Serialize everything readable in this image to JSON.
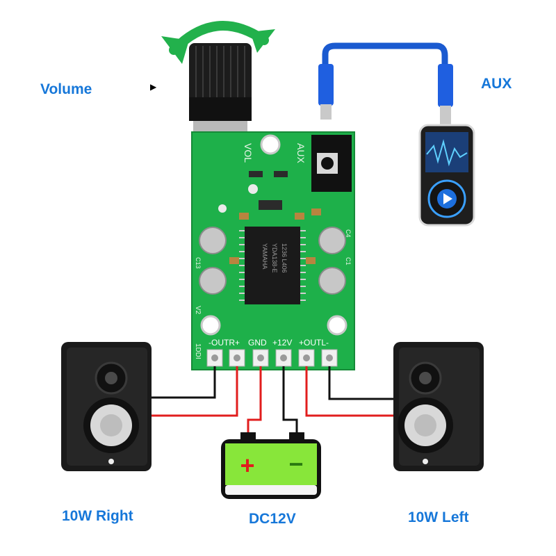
{
  "labels": {
    "volume": "Volume",
    "aux": "AUX",
    "right": "10W  Right",
    "left": "10W  Left",
    "dc": "DC12V"
  },
  "board": {
    "vol": "VOL",
    "aux": "AUX",
    "pins": [
      "-OUTR+",
      "GND",
      "+12V",
      "+OUTL-"
    ],
    "chip_lines": [
      "YAMAHA",
      "YDA138-E",
      "1236 L406"
    ],
    "board_id": "1DDI",
    "v2": "V2",
    "c13": "C13",
    "c1": "C1",
    "c4": "C4"
  },
  "battery": {
    "plus": "+",
    "minus": "−"
  },
  "colors": {
    "accent_label": "#1677d9",
    "pcb": "#1eb04a",
    "arrow": "#22b14c",
    "wire_red": "#e11d1d",
    "wire_black": "#111111",
    "battery_body": "#88e63a",
    "speaker": "#1a1a1a"
  }
}
